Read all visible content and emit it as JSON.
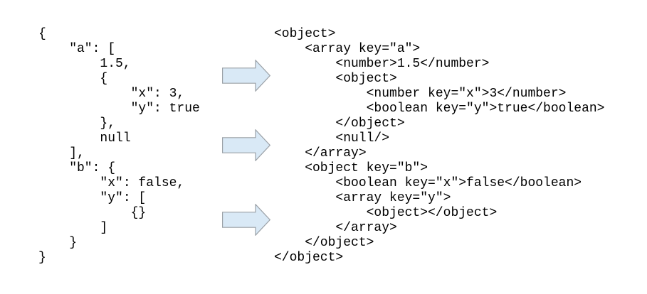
{
  "colors": {
    "background": "#ffffff",
    "code_text": "#000000",
    "arrow_fill": "#d9e9f6",
    "arrow_stroke": "#9aa0a6"
  },
  "panels": {
    "json": {
      "lines": [
        "{",
        "    \"a\": [",
        "        1.5,",
        "        {",
        "            \"x\": 3,",
        "            \"y\": true",
        "        },",
        "        null",
        "    ],",
        "    \"b\": {",
        "        \"x\": false,",
        "        \"y\": [",
        "            {}",
        "        ]",
        "    }",
        "}"
      ]
    },
    "xml": {
      "lines": [
        "<object>",
        "    <array key=\"a\">",
        "        <number>1.5</number>",
        "        <object>",
        "            <number key=\"x\">3</number>",
        "            <boolean key=\"y\">true</boolean>",
        "        </object>",
        "        <null/>",
        "    </array>",
        "    <object key=\"b\">",
        "        <boolean key=\"x\">false</boolean>",
        "        <array key=\"y\">",
        "            <object></object>",
        "        </array>",
        "    </object>",
        "</object>"
      ]
    }
  },
  "arrows": {
    "icon": "right-block-arrow",
    "count": 3
  }
}
